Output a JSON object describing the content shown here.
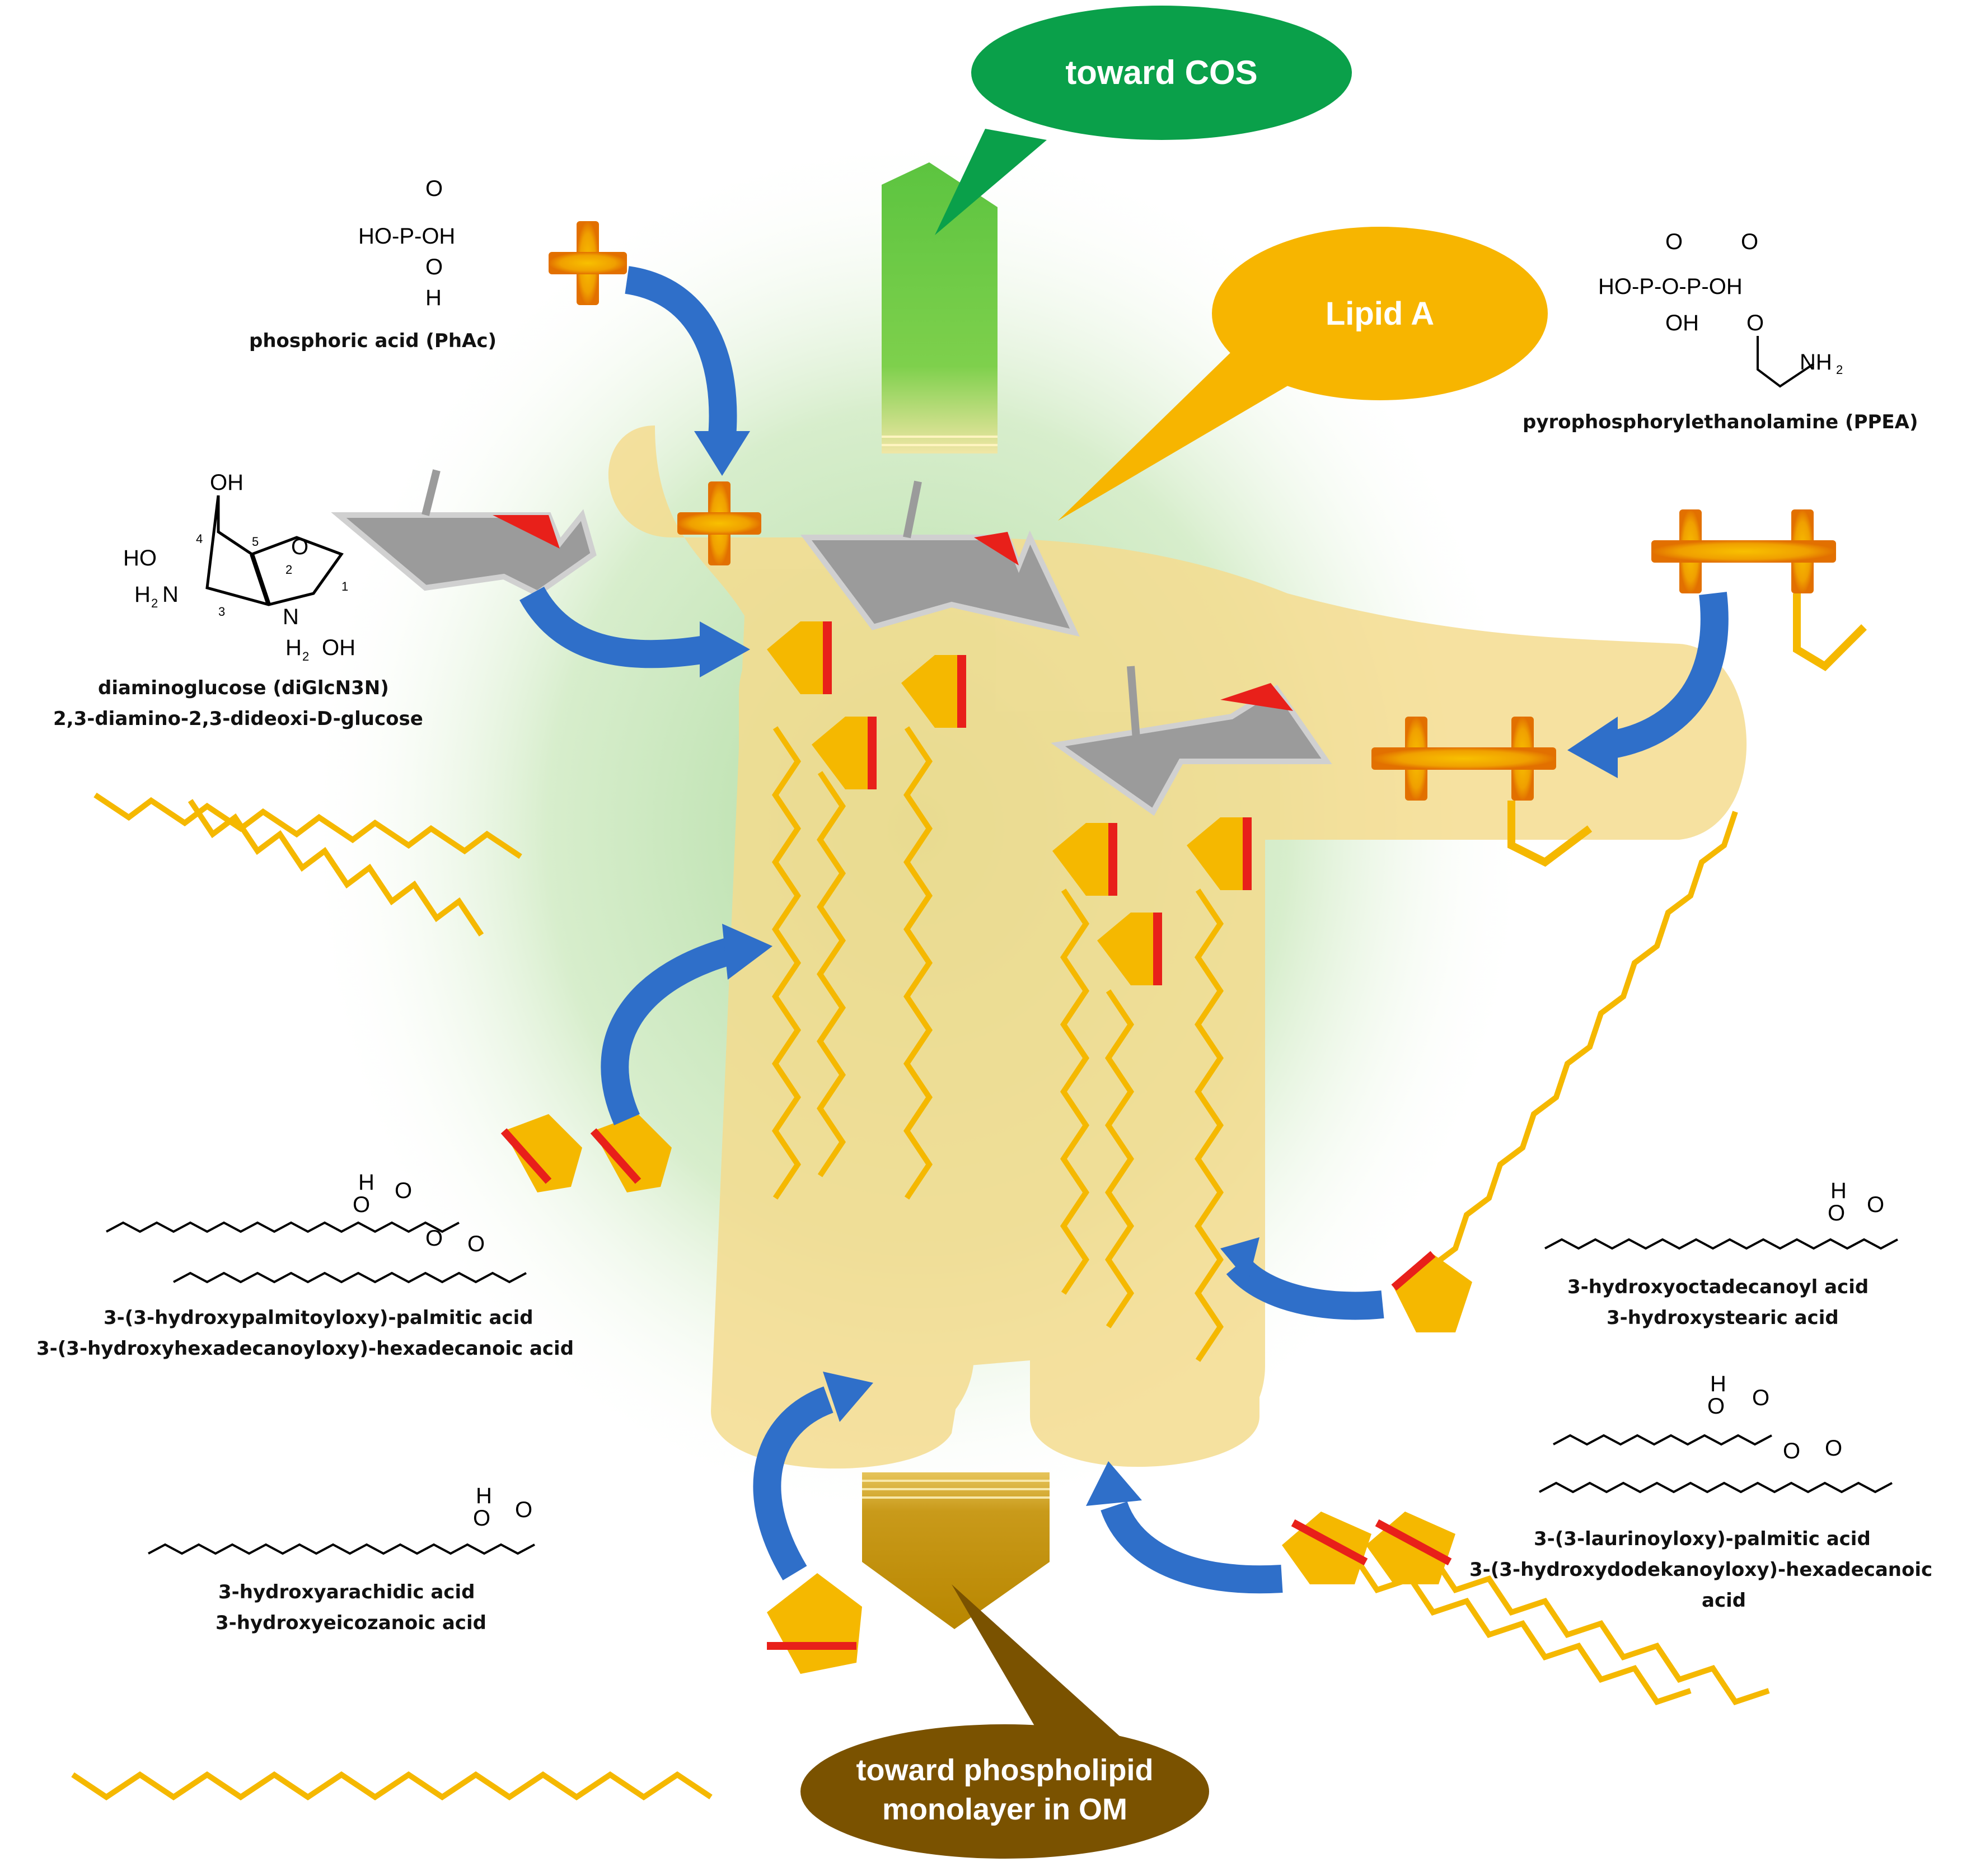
{
  "callouts": {
    "cos": "toward COS",
    "lipid_a": "Lipid A",
    "om_line1": "toward phospholipid",
    "om_line2": "monolayer in OM"
  },
  "molecules": {
    "phosphoric_acid": "phosphoric acid (PhAc)",
    "ppea": "pyrophosphorylethanolamine (PPEA)",
    "diglc_line1": "diaminoglucose (diGlcN3N)",
    "diglc_line2": "2,3-diamino-2,3-dideoxi-D-glucose",
    "palmitic_line1": "3-(3-hydroxypalmitoyloxy)-palmitic acid",
    "palmitic_line2": "3-(3-hydroxyhexadecanoyloxy)-hexadecanoic acid",
    "stearic_line1": "3-hydroxyoctadecanoyl acid",
    "stearic_line2": "3-hydroxystearic acid",
    "arachidic_line1": "3-hydroxyarachidic acid",
    "arachidic_line2": "3-hydroxyeicozanoic acid",
    "laurinoyl_line1": "3-(3-laurinoyloxy)-palmitic acid",
    "laurinoyl_line2": "3-(3-hydroxydodekanoyloxy)-hexadecanoic",
    "laurinoyl_line3": "acid"
  },
  "structure_text": {
    "oh": "OH",
    "ho": "HO",
    "o": "O",
    "p": "P",
    "h": "H",
    "ho_p_oh": "HO-P-OH",
    "ho_p_o_p_oh": "HO-P-O-P-OH",
    "h2n": "H",
    "nh2": "NH",
    "sub2": "2",
    "n": "N",
    "h2oh_h": "H",
    "ring_num_1": "1",
    "ring_num_2": "2",
    "ring_num_3": "3",
    "ring_num_4": "4",
    "ring_num_5": "5"
  },
  "colors": {
    "cos_green": "#0aa04a",
    "lipid_a_orange": "#f7b500",
    "om_brown": "#7a5200",
    "arrow_blue": "#2f6fc9",
    "chain_yellow": "#f5b800",
    "glow_green": "#a8d89a",
    "body_beige": "#f4dc8f",
    "sugar_grey": "#9b9b9b",
    "accent_red": "#e8201a"
  }
}
